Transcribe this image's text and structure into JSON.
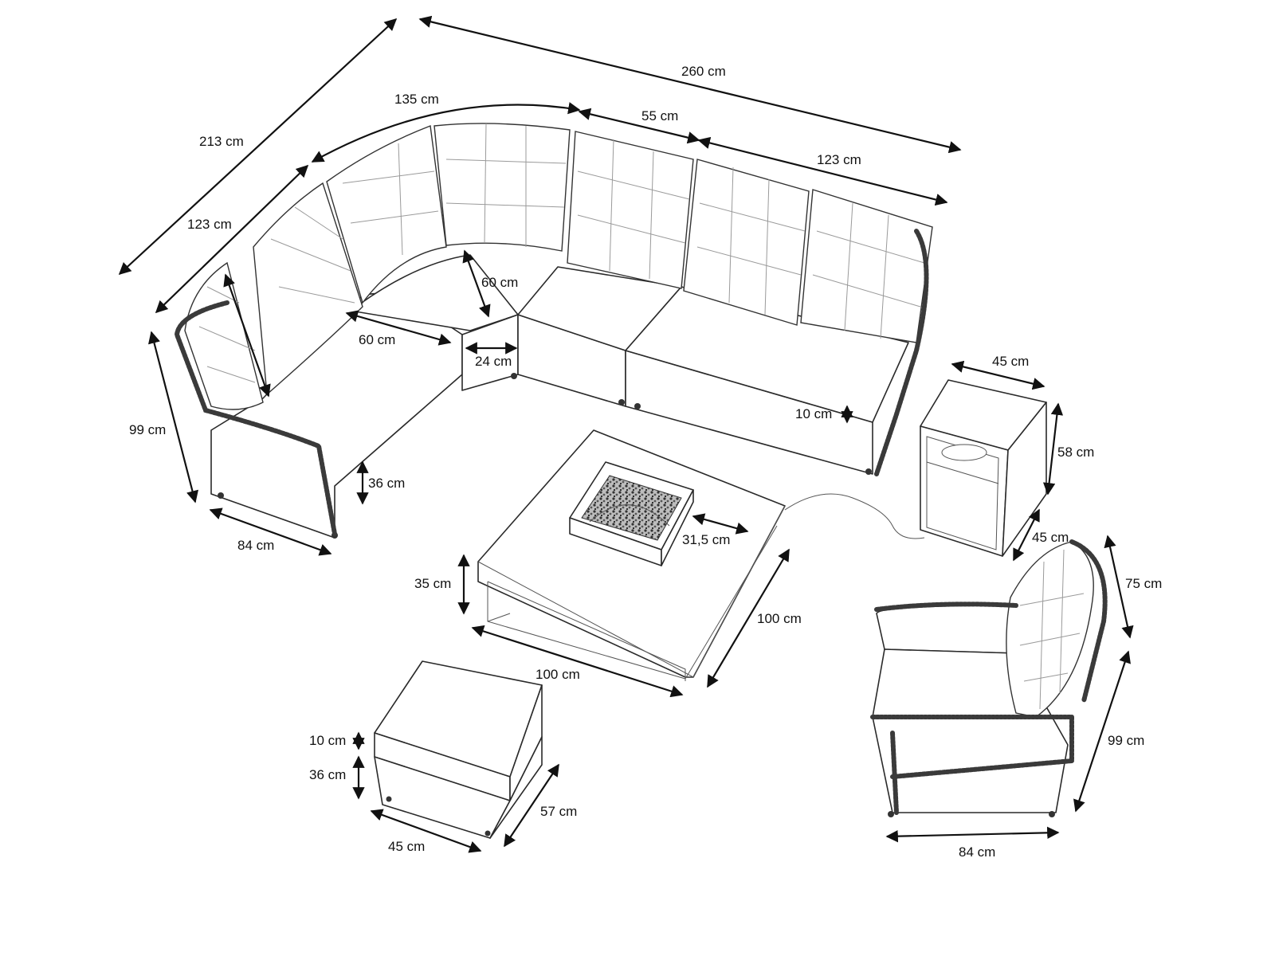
{
  "dimensions": {
    "sofa_depth_total": "213 cm",
    "sofa_width_total": "260 cm",
    "curve_section": "135 cm",
    "middle_section": "55 cm",
    "right_section": "123 cm",
    "left_section": "123 cm",
    "corner_depth": "60 cm",
    "left_seat_depth": "60 cm",
    "gap": "24 cm",
    "cushion_thickness": "10 cm",
    "sofa_height": "99 cm",
    "seat_height": "36 cm",
    "arm_width": "84 cm",
    "side_table_width": "45 cm",
    "side_table_height": "58 cm",
    "side_table_depth": "45 cm",
    "burner_width": "31,5 cm",
    "table_height": "35 cm",
    "table_width": "100 cm",
    "table_depth": "100 cm",
    "armchair_height_back": "75 cm",
    "armchair_height": "99 cm",
    "armchair_width": "84 cm",
    "ottoman_cushion": "10 cm",
    "ottoman_height": "36 cm",
    "ottoman_depth": "57 cm",
    "ottoman_width": "45 cm"
  }
}
